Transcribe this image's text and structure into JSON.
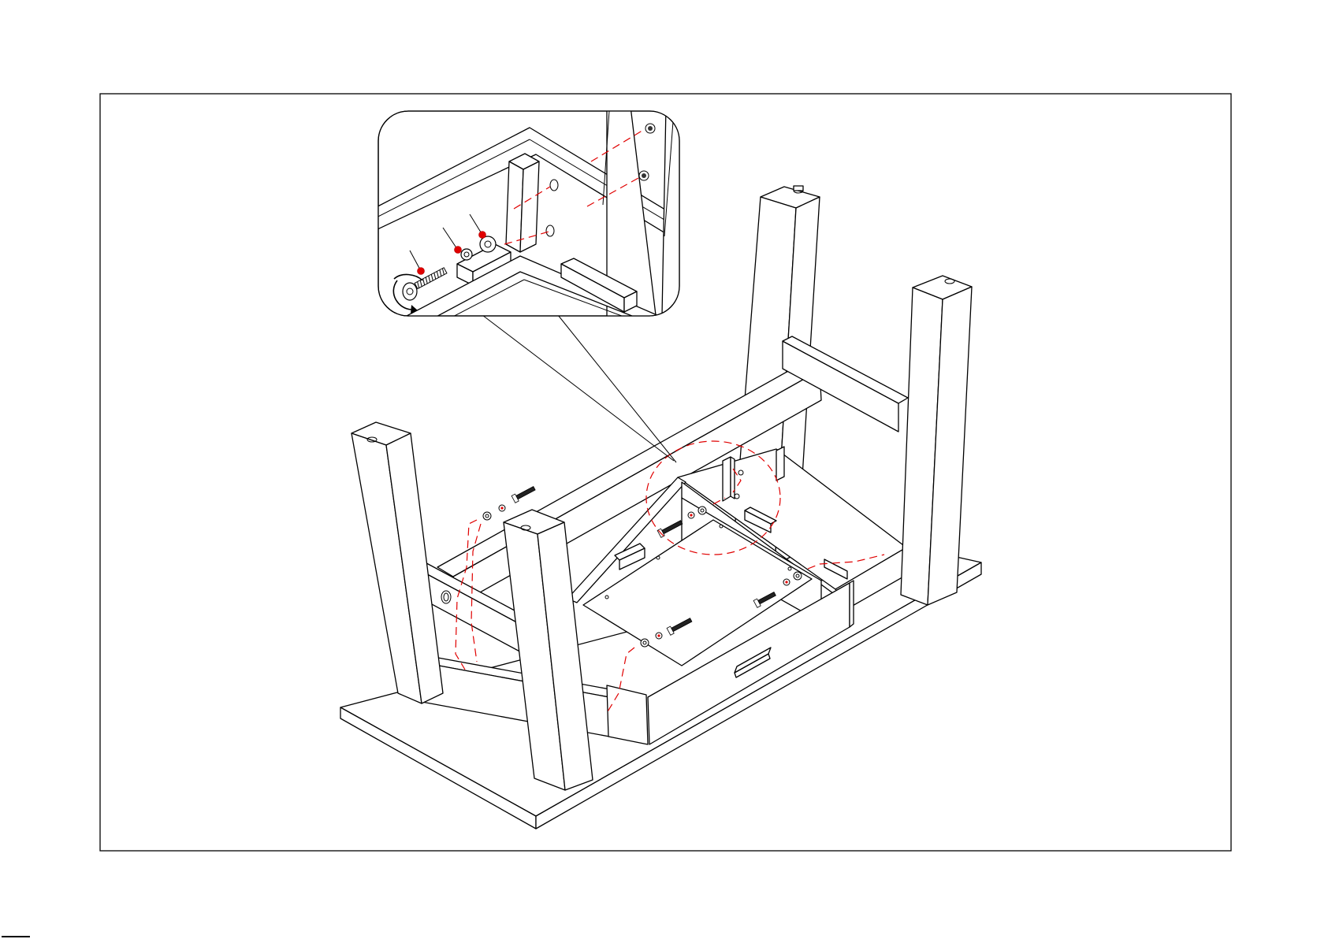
{
  "diagram": {
    "figure": "assembly-step",
    "step_label": "",
    "colors": {
      "line": "#000000",
      "guide": "#e00000",
      "background": "#ffffff"
    },
    "callout": {
      "parts": [
        "bolt",
        "lock-washer",
        "flat-washer"
      ],
      "action_icon": "rotate-clockwise-icon"
    },
    "hardware_sets": 3
  }
}
